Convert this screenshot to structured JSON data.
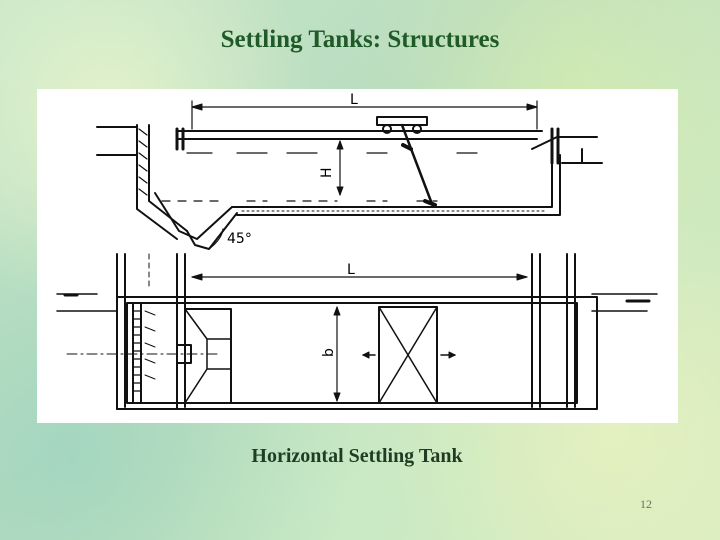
{
  "slide": {
    "title": "Settling Tanks: Structures",
    "caption": "Horizontal Settling Tank",
    "page_number": "12"
  },
  "diagram": {
    "section_length_label": "L",
    "depth_label": "H",
    "slope_label": "45°",
    "plan_length_label": "L",
    "width_label": "b"
  }
}
